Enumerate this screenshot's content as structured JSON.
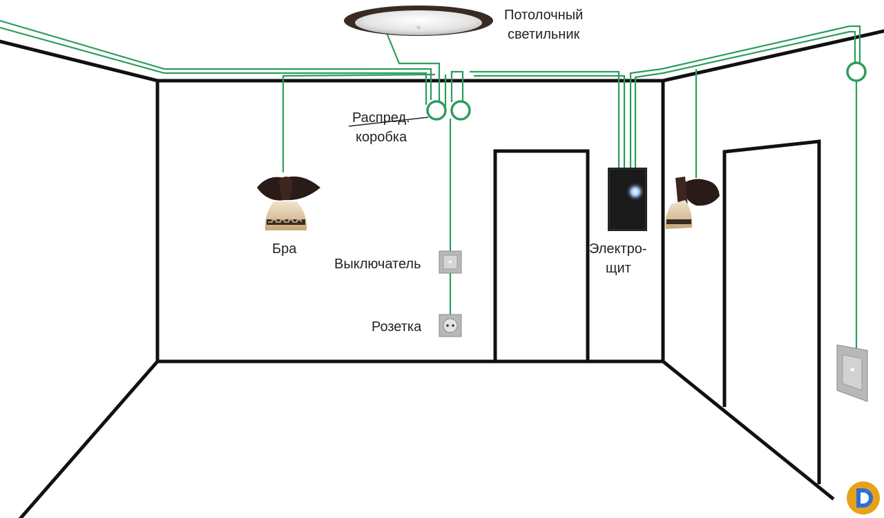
{
  "labels": {
    "ceiling_light_line1": "Потолочный",
    "ceiling_light_line2": "светильник",
    "junction_box_line1": "Распред.",
    "junction_box_line2": "коробка",
    "sconce": "Бра",
    "switch": "Выключатель",
    "socket": "Розетка",
    "panel_line1": "Электро-",
    "panel_line2": "щит"
  },
  "colors": {
    "wire": "#2a9d5c",
    "wall_line": "#111111",
    "panel": "#1a1a1a",
    "plate": "#b8b8b8",
    "logo": "#e8a21a"
  },
  "icons": [
    "ceiling-light-icon",
    "sconce-icon",
    "switch-icon",
    "socket-icon",
    "electrical-panel-icon",
    "junction-box-icon",
    "logo-icon"
  ]
}
